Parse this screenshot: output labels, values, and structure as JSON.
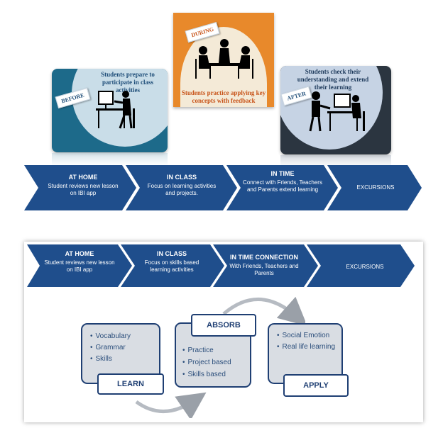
{
  "top": {
    "cards": {
      "before": {
        "tag": "BEFORE",
        "caption": "Students prepare to participate in class activities"
      },
      "during": {
        "tag": "DURING",
        "caption": "Students practice applying key concepts with feedback"
      },
      "after": {
        "tag": "AFTER",
        "caption": "Students check their understanding and extend their learning"
      }
    },
    "chevrons": [
      {
        "title": "AT HOME",
        "text": "Student reviews new lesson on IBI app"
      },
      {
        "title": "IN CLASS",
        "text": "Focus on learning activities and projects."
      },
      {
        "title": "IN TIME",
        "text": "Connect with Friends, Teachers and Parents extend learning"
      },
      {
        "title": "",
        "text": "EXCURSIONS"
      }
    ]
  },
  "bottom": {
    "chevrons": [
      {
        "title": "AT HOME",
        "text": "Student reviews new lesson on IBI app"
      },
      {
        "title": "IN CLASS",
        "text": "Focus on skills based learning activities"
      },
      {
        "title": "IN TIME CONNECTION",
        "text": "With Friends, Teachers and Parents"
      },
      {
        "title": "",
        "text": "EXCURSIONS"
      }
    ],
    "learn": {
      "label": "LEARN",
      "items": [
        "Vocabulary",
        "Grammar",
        "Skills"
      ]
    },
    "absorb": {
      "label": "ABSORB",
      "items": [
        "Practice",
        "Project based",
        "Skills based"
      ]
    },
    "apply": {
      "label": "APPLY",
      "items": [
        "Social Emotion",
        "Real life learning"
      ]
    }
  },
  "colors": {
    "chevron": "#1f4e8c",
    "before_card": "#1d6a8a",
    "during_card": "#e8892b",
    "after_card": "#2b3540"
  }
}
